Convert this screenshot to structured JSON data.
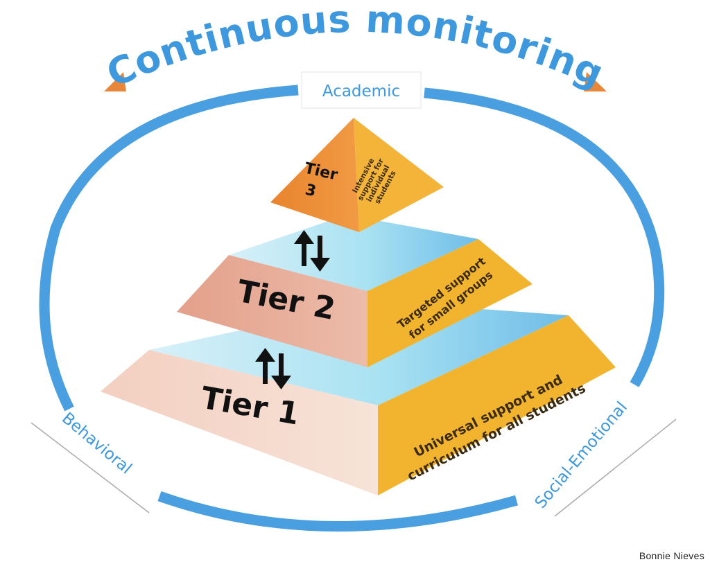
{
  "diagram": {
    "title": "Continuous monitoring",
    "domains": {
      "top": "Academic",
      "left": "Behavioral",
      "right": "Social-Emotional"
    },
    "tiers": [
      {
        "name": "Tier 3",
        "name_line1": "Tier",
        "name_line2": "3",
        "description_lines": [
          "Intensive",
          "support for",
          "individual",
          "students"
        ]
      },
      {
        "name": "Tier 2",
        "description_lines": [
          "Targeted support",
          "for small groups"
        ]
      },
      {
        "name": "Tier 1",
        "description_lines": [
          "Universal support and",
          "curriculum for all students"
        ]
      }
    ],
    "credit": "Bonnie Nieves",
    "colors": {
      "ring": "#4a9fe0",
      "title": "#3d98de",
      "arrowhead": "#e8873a",
      "tier3_front": "#ec8a34",
      "tier3_side": "#f4b43a",
      "tier2_front": "#e3a88e",
      "tier_side": "#f2b32e",
      "tier_top": "#8fd6ee",
      "tier1_front": "#f0c6b4"
    }
  }
}
